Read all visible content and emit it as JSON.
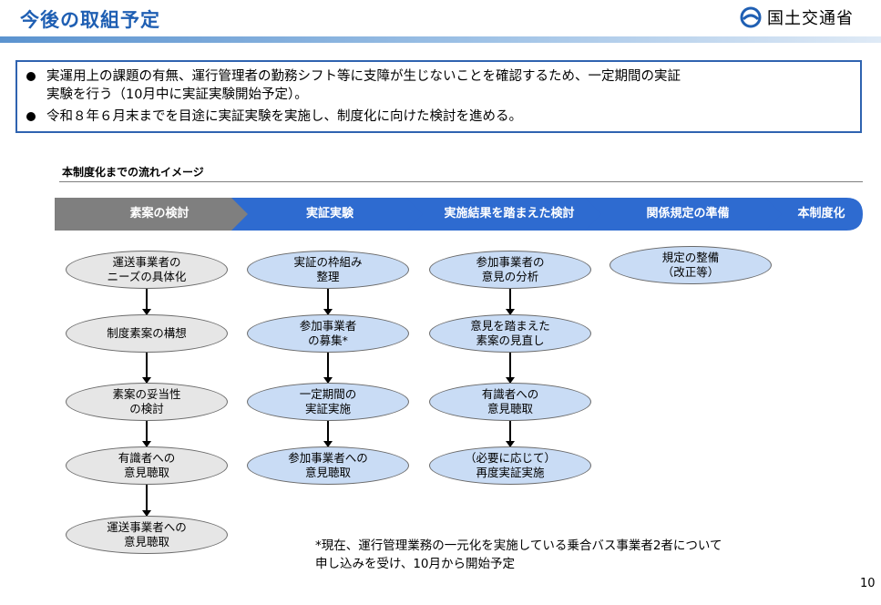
{
  "header": {
    "title": "今後の取組予定",
    "logo_text": "国土交通省"
  },
  "summary": {
    "bullets": [
      "実運用上の課題の有無、運行管理者の勤務シフト等に支障が生じないことを確認するため、一定期間の実証\n実験を行う（10月中に実証実験開始予定）。",
      "令和８年６月末までを目途に実証実験を実施し、制度化に向けた検討を進める。"
    ]
  },
  "flow": {
    "label": "本制度化までの流れイメージ",
    "steps": [
      "素案の検討",
      "実証実験",
      "実施結果を踏まえた検討",
      "関係規定の準備",
      "本制度化"
    ],
    "colors": {
      "gray_arrow": "#7f7f7f",
      "blue_arrow": "#2e6bd0",
      "gray_box": "#e6e6e6",
      "blue_box": "#c9dcf5"
    },
    "columns": [
      [
        "運送事業者の\nニーズの具体化",
        "制度素案の構想",
        "素案の妥当性\nの検討",
        "有識者への\n意見聴取",
        "運送事業者への\n意見聴取"
      ],
      [
        "実証の枠組み\n整理",
        "参加事業者\nの募集*",
        "一定期間の\n実証実施",
        "参加事業者への\n意見聴取"
      ],
      [
        "参加事業者の\n意見の分析",
        "意見を踏まえた\n素案の見直し",
        "有識者への\n意見聴取",
        "（必要に応じて）\n再度実証実施"
      ],
      [
        "規定の整備\n（改正等）"
      ]
    ]
  },
  "footnote": "*現在、運行管理業務の一元化を実施している乗合バス事業者2者について\n 申し込みを受け、10月から開始予定",
  "page_number": "10"
}
